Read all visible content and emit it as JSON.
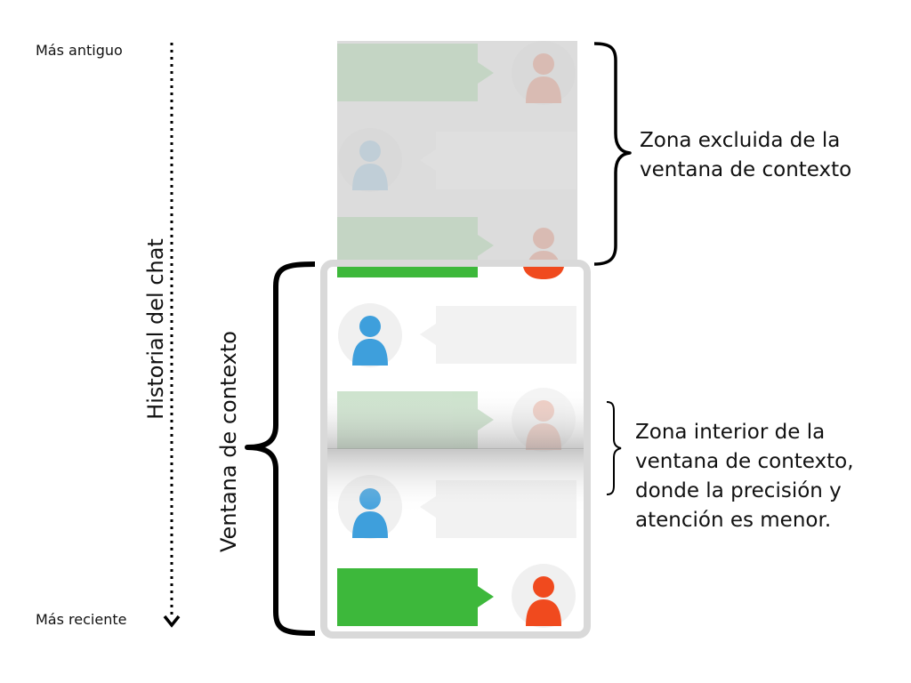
{
  "timeline": {
    "oldest_label": "Más antiguo",
    "newest_label": "Más reciente",
    "axis_label": "Historial del chat"
  },
  "context_window": {
    "label": "Ventana  de contexto",
    "frame_color": "#d9d9d9"
  },
  "excluded_zone": {
    "line1": "Zona excluida de la",
    "line2": "ventana de contexto",
    "shade_color": "#d8d8d8"
  },
  "inner_zone": {
    "lines": [
      "Zona interior de la",
      "ventana de contexto,",
      "donde la precisión y",
      "atención es menor."
    ]
  },
  "colors": {
    "user_bubble": "#3db83b",
    "user_avatar": "#f04a1e",
    "assistant_bubble": "#f2f2f2",
    "assistant_avatar": "#3e9fdc",
    "avatar_circle": "#f0f0f0"
  },
  "icons": [
    "person-icon"
  ]
}
